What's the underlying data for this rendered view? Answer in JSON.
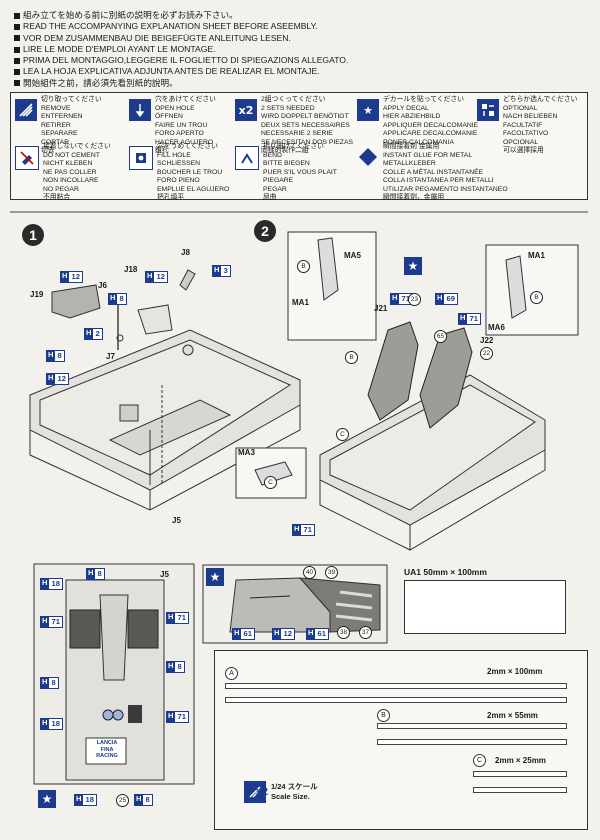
{
  "intro_lines": [
    "組み立てを始める前に別紙の説明を必ずお読み下さい。",
    "READ THE ACCOMPANYING EXPLANATION SHEET BEFORE ASEEMBLY.",
    "VOR DEM ZUSAMMENBAU DIE BEIGEFÜGTE ANLEITUNG LESEN.",
    "LIRE LE MODE D'EMPLOI AYANT LE MONTAGE.",
    "PRIMA DEL MONTAGGIO,LEGGERE IL FOGLIETTO DI SPIEGAZIONS ALLEGATO.",
    "LEA LA HOJA EXPLICATIVA ADJUNTA ANTES DE REALIZAR EL MONTAJE.",
    "開始組件之前，請必須先看別紙的說明。"
  ],
  "legend": {
    "remove": [
      "切り取ってください",
      "REMOVE",
      "ENTFERNEN",
      "RETIRER",
      "SEPARARE",
      "CORTAR",
      "切去"
    ],
    "open_hole": [
      "穴をあけてください",
      "OPEN HOLE",
      "ÖFFNEN",
      "FAIRE UN TROU",
      "FORO APERTO",
      "HACER AGUJERO",
      "鑽孔"
    ],
    "two_sets": [
      "2組つくってください",
      "2 SETS NEEDED",
      "WIRD DOPPELT BENÖTIGT",
      "DEUX SETS NECESSAIRES",
      "NECESSARIE 2 SERIE",
      "SE NECESITAN DOS PIEZAS",
      "同樣的製作二組"
    ],
    "apply_decal": [
      "デカールを貼ってください",
      "APPLY DECAL",
      "HIER ABZIEHBILD",
      "APPLIQUER DECALCOMANIE",
      "APPLICARE DECALCOMANIE",
      "PONER CALCOMANIA",
      "貼上水印紙"
    ],
    "optional": [
      "どちらか选んでください",
      "OPTIONAL",
      "NACH BELIEBEN",
      "FACULTATIF",
      "FACOLTATIVO",
      "OPCIONAL",
      "可以選擇採用"
    ],
    "no_cement": [
      "接着しないでください",
      "DO NOT CEMENT",
      "NICHT KLEBEN",
      "NE PAS COLLER",
      "NON INCOLLARE",
      "NO PEGAR",
      "不用粘合"
    ],
    "fill_hole": [
      "穴をうめてください",
      "FILL HOLE",
      "SCHLIESSEN",
      "BOUCHER LE TROU",
      "FORO PIENO",
      "EMPLUE EL AGUJERO",
      "把孔填平"
    ],
    "bend": [
      "折り曲げてください",
      "BEND",
      "BITTE BIEGEN",
      "PUER S'IL VOUS PLAIT",
      "PIEGARE",
      "PEGAR",
      "屈曲"
    ],
    "instant_glue": [
      "瞬間接着剤 金属用",
      "INSTANT GLUE FOR METAL",
      "METALLKLEBER",
      "COLLE A MÉTAL INSTANTANÉE",
      "COLLA ISTANTANEA PER METALLI",
      "UTILIZAR PEGAMENTO INSTANTANEO",
      "瞬間接着劑，金屬用"
    ]
  },
  "x2_label": "x2",
  "step1": {
    "number": "1",
    "parts": [
      "J19",
      "J18",
      "J6",
      "J7",
      "J8",
      "J5"
    ],
    "h_refs": [
      "12",
      "12",
      "8",
      "2",
      "8",
      "12",
      "3"
    ]
  },
  "step2": {
    "number": "2",
    "parts": [
      "MA5",
      "MA1",
      "J21",
      "J22",
      "MA1",
      "MA6",
      "MA3"
    ],
    "h_refs": [
      "71",
      "69",
      "71",
      "71"
    ],
    "circles": [
      "23",
      "65",
      "22"
    ],
    "letters": [
      "B",
      "B",
      "B",
      "C",
      "C"
    ]
  },
  "bottom_view": {
    "part": "J5",
    "h_refs": [
      "18",
      "8",
      "71",
      "71",
      "8",
      "8",
      "18",
      "71",
      "18",
      "8"
    ],
    "circle": "25",
    "decal_text": [
      "LANCIA",
      "FINA",
      "RACING"
    ]
  },
  "decal_detail": {
    "h_refs": [
      "61",
      "12",
      "61"
    ],
    "circles": [
      "40",
      "39",
      "38",
      "37"
    ]
  },
  "ua1": {
    "label": "UA1 50mm × 100mm"
  },
  "tape": {
    "A": {
      "letter": "A",
      "size": "2mm × 100mm"
    },
    "B": {
      "letter": "B",
      "size": "2mm × 55mm"
    },
    "C": {
      "letter": "C",
      "size": "2mm × 25mm"
    }
  },
  "scale_note": [
    "1/24 スケール",
    "Scale Size."
  ]
}
